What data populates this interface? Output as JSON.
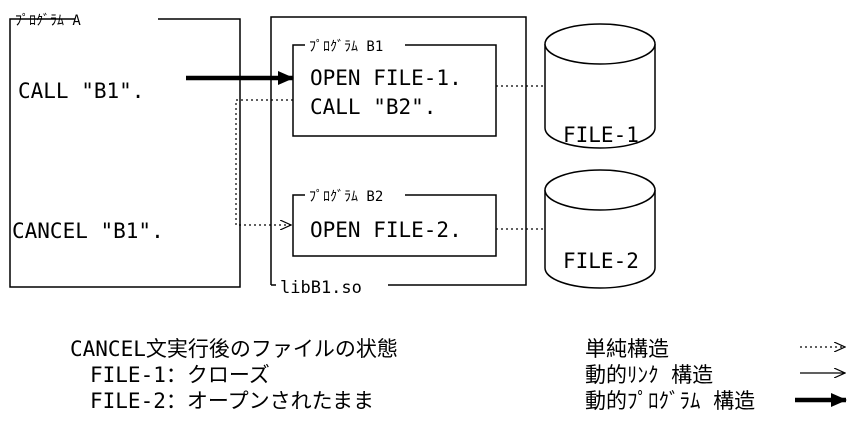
{
  "program_a": {
    "caption": "ﾌﾟﾛｸﾞﾗﾑ A",
    "lines": [
      "CALL \"B1\".",
      "CANCEL \"B1\"."
    ]
  },
  "library": {
    "name": "libB1.so",
    "program_b1": {
      "caption": "ﾌﾟﾛｸﾞﾗﾑ B1",
      "lines": [
        "OPEN FILE-1.",
        "CALL \"B2\"."
      ]
    },
    "program_b2": {
      "caption": "ﾌﾟﾛｸﾞﾗﾑ B2",
      "lines": [
        "OPEN FILE-2."
      ]
    }
  },
  "files": [
    {
      "label": "FILE-1"
    },
    {
      "label": "FILE-2"
    }
  ],
  "state_note": {
    "title": "CANCEL文実行後のファイルの状態",
    "items": [
      "FILE-1：クローズ",
      "FILE-2：オープンされたまま"
    ]
  },
  "legend": {
    "items": [
      {
        "label": "単純構造",
        "style": "dotted"
      },
      {
        "label": "動的ﾘﾝｸ 構造",
        "style": "thin"
      },
      {
        "label": "動的ﾌﾟﾛｸﾞﾗﾑ 構造",
        "style": "thick"
      }
    ]
  }
}
